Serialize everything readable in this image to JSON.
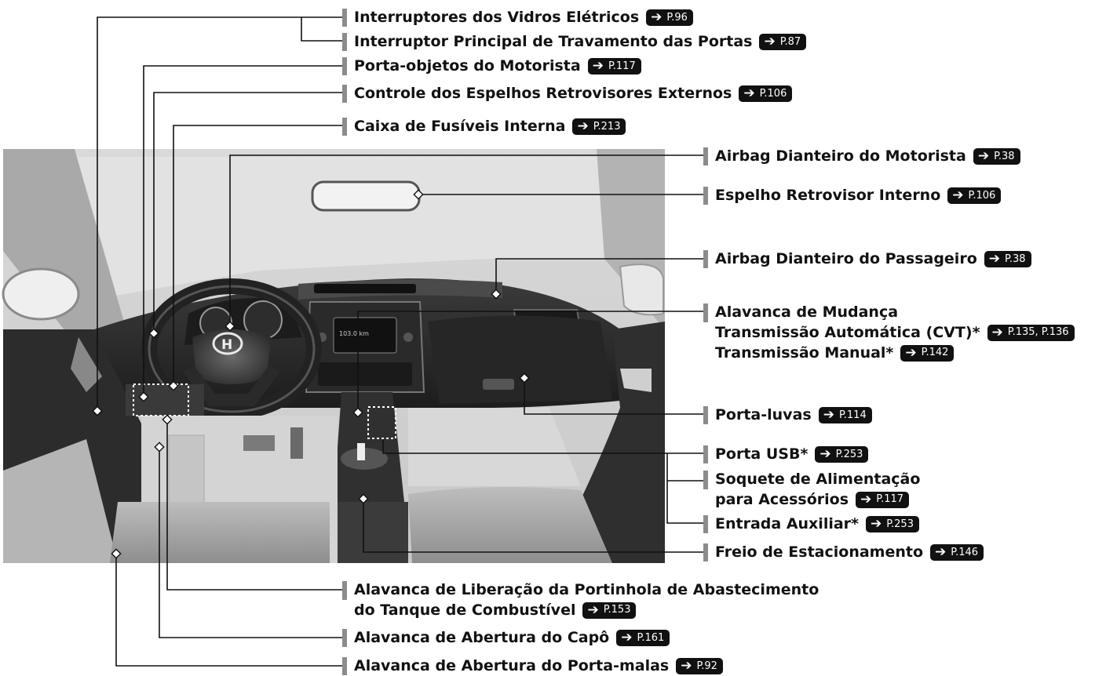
{
  "labels": {
    "windows": {
      "text": "Interruptores dos Vidros Elétricos",
      "ref": "P.96"
    },
    "doorlock": {
      "text": "Interruptor Principal de Travamento das Portas",
      "ref": "P.87"
    },
    "driverpocket": {
      "text": "Porta-objetos do Motorista",
      "ref": "P.117"
    },
    "mirrorctl": {
      "text": "Controle dos Espelhos Retrovisores Externos",
      "ref": "P.106"
    },
    "fusebox": {
      "text": "Caixa de Fusíveis Interna",
      "ref": "P.213"
    },
    "driverairbag": {
      "text": "Airbag Dianteiro do Motorista",
      "ref": "P.38"
    },
    "rearview": {
      "text": "Espelho Retrovisor Interno",
      "ref": "P.106"
    },
    "passairbag": {
      "text": "Airbag Dianteiro do Passageiro",
      "ref": "P.38"
    },
    "shift_title": "Alavanca de Mudança",
    "shift_cvt": {
      "text": "Transmissão Automática (CVT)*",
      "ref": "P.135, P.136"
    },
    "shift_manual": {
      "text": "Transmissão Manual*",
      "ref": "P.142"
    },
    "glovebox": {
      "text": "Porta-luvas",
      "ref": "P.114"
    },
    "usb": {
      "text": "Porta USB*",
      "ref": "P.253"
    },
    "socket_line1": "Soquete de Alimentação",
    "socket_line2": {
      "text": "para Acessórios",
      "ref": "P.117"
    },
    "aux": {
      "text": "Entrada Auxiliar*",
      "ref": "P.253"
    },
    "parkbrake": {
      "text": "Freio de Estacionamento",
      "ref": "P.146"
    },
    "fuel_line1": "Alavanca de Liberação da Portinhola de Abastecimento",
    "fuel_line2": {
      "text": "do Tanque de Combustível",
      "ref": "P.153"
    },
    "hood": {
      "text": "Alavanca de Abertura do Capô",
      "ref": "P.161"
    },
    "trunk": {
      "text": "Alavanca de Abertura do Porta-malas",
      "ref": "P.92"
    }
  },
  "dash": {
    "brand_logo": "H",
    "display_text": "103.0 km"
  },
  "colors": {
    "ref_bg": "#111111",
    "bar": "#8c8c8c",
    "leader": "#111111"
  }
}
